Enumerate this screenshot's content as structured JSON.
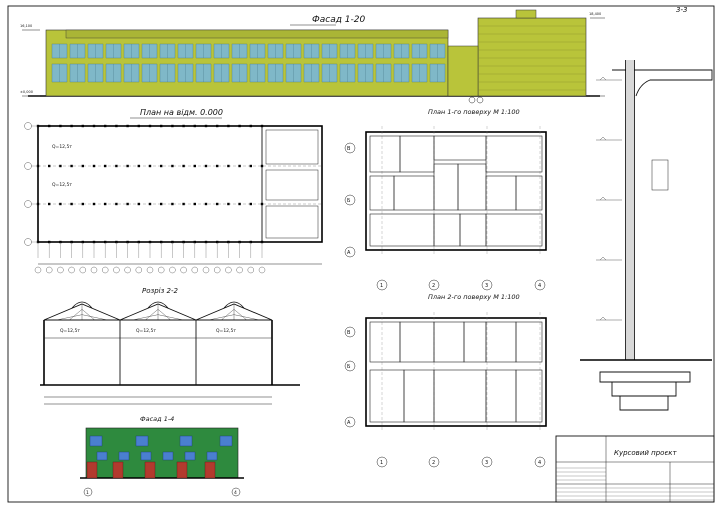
{
  "titles": {
    "facade_main": "Фасад 1-20",
    "plan_ground": "План на відм. 0.000",
    "plan_floor1": "План 1-го поверху М 1:100",
    "plan_floor2": "План 2-го поверху М 1:100",
    "section_22": "Розріз 2-2",
    "section_33": "3-3",
    "facade_side": "Фасад 1-4",
    "course": "Курсовий проєкт"
  },
  "axes": {
    "rows_main": [
      "В",
      "Б",
      "А"
    ],
    "cols_floor": [
      "1",
      "2",
      "3",
      "4"
    ],
    "facade_side_cols": [
      "1",
      "4"
    ]
  },
  "span_labels": [
    "Q=12,5т",
    "Q=12,5т",
    "Q=12,5т"
  ],
  "colors": {
    "facade_wall": "#b9c43a",
    "facade_glass": "#7fb8c8",
    "side_wall": "#2e8a3e",
    "side_window": "#4a7fd0",
    "side_door": "#b23a2e"
  }
}
